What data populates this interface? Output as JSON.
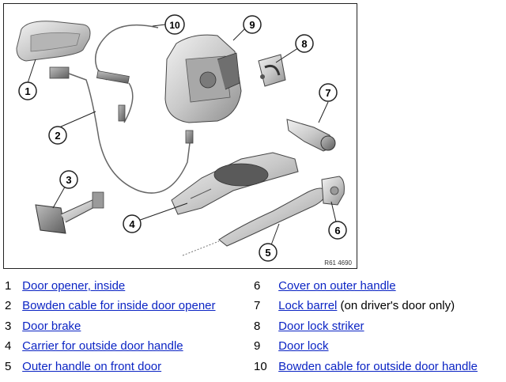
{
  "figure": {
    "code": "R61 4690",
    "callouts": [
      "1",
      "2",
      "3",
      "4",
      "5",
      "6",
      "7",
      "8",
      "9",
      "10"
    ]
  },
  "legend": [
    {
      "num": "1",
      "label": "Door opener, inside",
      "note": ""
    },
    {
      "num": "2",
      "label": "Bowden cable for inside door opener",
      "note": ""
    },
    {
      "num": "3",
      "label": "Door brake",
      "note": ""
    },
    {
      "num": "4",
      "label": "Carrier for outside door handle",
      "note": ""
    },
    {
      "num": "5",
      "label": "Outer handle on front door",
      "note": ""
    },
    {
      "num": "6",
      "label": "Cover on outer handle",
      "note": ""
    },
    {
      "num": "7",
      "label": "Lock barrel",
      "note": "(on driver's door only)"
    },
    {
      "num": "8",
      "label": "Door lock striker",
      "note": ""
    },
    {
      "num": "9",
      "label": "Door lock",
      "note": ""
    },
    {
      "num": "10",
      "label": "Bowden cable for outside door handle",
      "note": ""
    }
  ],
  "colors": {
    "link": "#0b24c4",
    "line": "#222222",
    "part_fill": "#d9d9d9",
    "part_dark": "#8c8c8c"
  }
}
